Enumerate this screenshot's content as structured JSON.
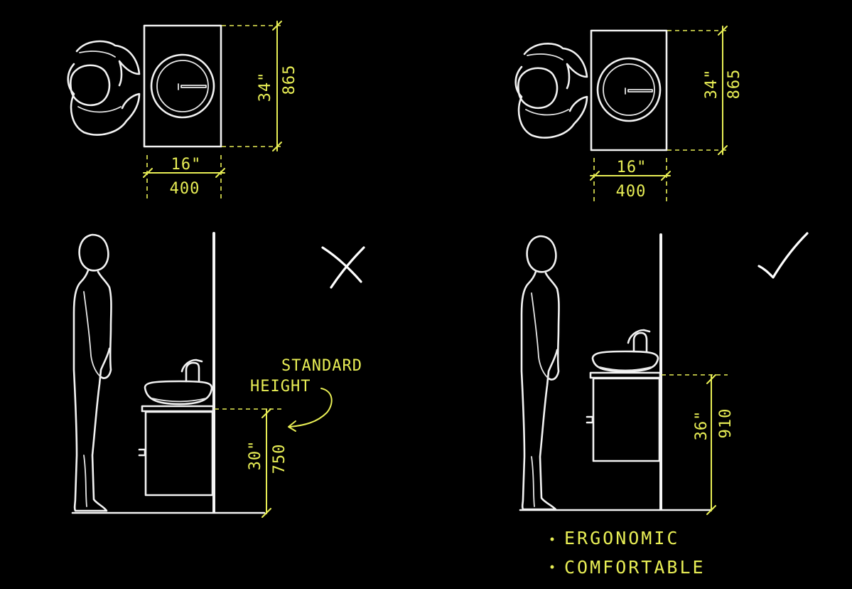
{
  "top_left": {
    "width_in": "16\"",
    "width_mm": "400",
    "depth_in": "34\"",
    "depth_mm": "865"
  },
  "top_right": {
    "width_in": "16\"",
    "width_mm": "400",
    "depth_in": "34\"",
    "depth_mm": "865"
  },
  "elev_left": {
    "note_line1": "STANDARD",
    "note_line2": "HEIGHT",
    "height_in": "30\"",
    "height_mm": "750",
    "verdict": "incorrect"
  },
  "elev_right": {
    "height_in": "36\"",
    "height_mm": "910",
    "verdict": "correct"
  },
  "benefits": [
    "ERGONOMIC",
    "COMFORTABLE"
  ],
  "colors": {
    "background": "#000000",
    "chalk": "#f2f2f2",
    "dimension": "#e8ee55"
  }
}
